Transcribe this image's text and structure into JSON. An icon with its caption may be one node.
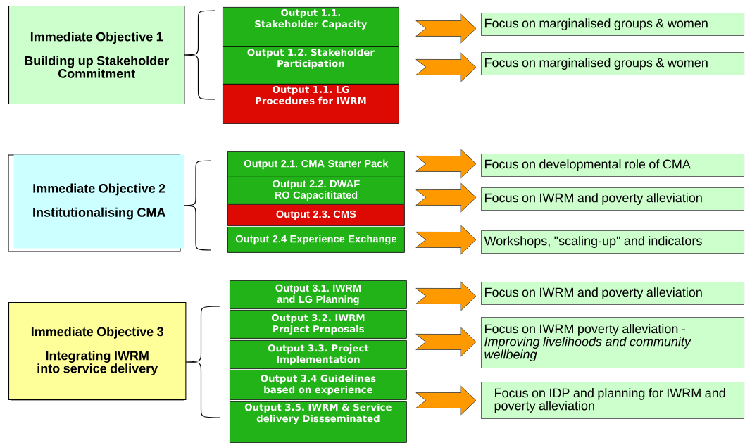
{
  "diagram": {
    "nodes": [
      {
        "text": [
          "Immediate Objective 1",
          "Building up Stakeholder Commitment"
        ]
      },
      {
        "text": [
          "Output 1.1. Stakeholder Capacity"
        ]
      },
      {
        "text": [
          "Output 1.2. Stakeholder Participation"
        ]
      },
      {
        "text": [
          "Output 1.1. LG Procedures for IWRM"
        ]
      },
      {
        "text": [
          "Focus on marginalised groups & women"
        ]
      },
      {
        "text": [
          "Focus on marginalised groups & women"
        ]
      },
      {
        "text": [
          "Immediate Objective 2",
          "Institutionalising CMA"
        ]
      },
      {
        "text": [
          "Output 2.1. CMA Starter Pack"
        ]
      },
      {
        "text": [
          "Output 2.2. DWAF RO Capacititated"
        ]
      },
      {
        "text": [
          "Output 2.3. CMS"
        ]
      },
      {
        "text": [
          "Output 2.4 Experience Exchange"
        ]
      },
      {
        "text": [
          "Focus on developmental role of CMA"
        ]
      },
      {
        "text": [
          "Focus on IWRM and poverty alleviation"
        ]
      },
      {
        "text": [
          "Workshops, \"scaling-up\" and indicators"
        ]
      },
      {
        "text": [
          "Immediate Objective 3",
          "Integrating IWRM into service delivery"
        ]
      },
      {
        "text": [
          "Output 3.1. IWRM and LG Planning"
        ]
      },
      {
        "text": [
          "Output 3.2. IWRM Project Proposals"
        ]
      },
      {
        "text": [
          "Output 3.3. Project Implementation"
        ]
      },
      {
        "text": [
          "Output 3.4 Guidelines based on experience"
        ]
      },
      {
        "text": [
          "Output 3.5. IWRM & Service delivery Dissseminated"
        ]
      },
      {
        "text": [
          "Focus on IWRM and poverty alleviation"
        ]
      },
      {
        "text": [
          "Focus on IWRM poverty alleviation - *Improving livelihoods and community wellbeing*"
        ]
      },
      {
        "text": [
          "Focus on IDP and planning for IWRM and poverty alleviation"
        ]
      }
    ],
    "edges": [
      {
        "from": 1,
        "to": 4,
        "arrow": "to"
      },
      {
        "from": 2,
        "to": 5,
        "arrow": "to"
      },
      {
        "from": 7,
        "to": 11,
        "arrow": "to"
      },
      {
        "from": 8,
        "to": 12,
        "arrow": "to"
      },
      {
        "from": 10,
        "to": 13,
        "arrow": "to"
      },
      {
        "from": 15,
        "to": 20,
        "arrow": "to"
      },
      {
        "from": 16,
        "to": 21,
        "arrow": "to"
      },
      {
        "from": 18,
        "to": 22,
        "arrow": "to"
      }
    ]
  }
}
